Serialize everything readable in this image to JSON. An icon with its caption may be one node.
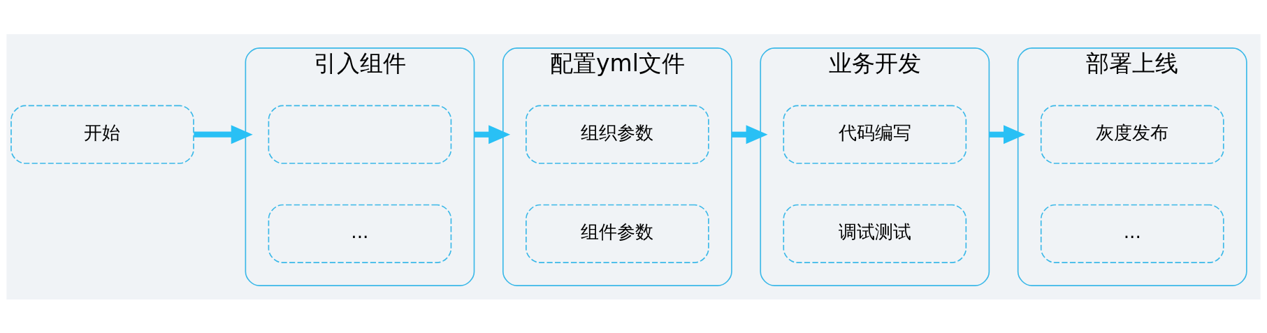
{
  "diagram": {
    "nodes": [
      {
        "text": [
          "开始"
        ]
      },
      {
        "text": [
          "引入组件"
        ]
      },
      {
        "text": [],
        "shape": "box",
        "in": 1
      },
      {
        "text": [
          "..."
        ],
        "in": 1
      },
      {
        "text": [
          "配置yml文件"
        ]
      },
      {
        "text": [
          "组织参数"
        ],
        "in": 4
      },
      {
        "text": [
          "组件参数"
        ],
        "in": 4
      },
      {
        "text": [
          "业务开发"
        ]
      },
      {
        "text": [
          "代码编写"
        ],
        "in": 7
      },
      {
        "text": [
          "调试测试"
        ],
        "in": 7
      },
      {
        "text": [
          "部署上线"
        ]
      },
      {
        "text": [
          "灰度发布"
        ],
        "in": 10
      },
      {
        "text": [
          "..."
        ],
        "in": 10
      }
    ],
    "edges": [
      {
        "from": 0,
        "to": 1,
        "arrow": "to"
      },
      {
        "from": 1,
        "to": 4,
        "arrow": "to"
      },
      {
        "from": 4,
        "to": 7,
        "arrow": "to"
      },
      {
        "from": 7,
        "to": 10,
        "arrow": "to"
      }
    ]
  }
}
